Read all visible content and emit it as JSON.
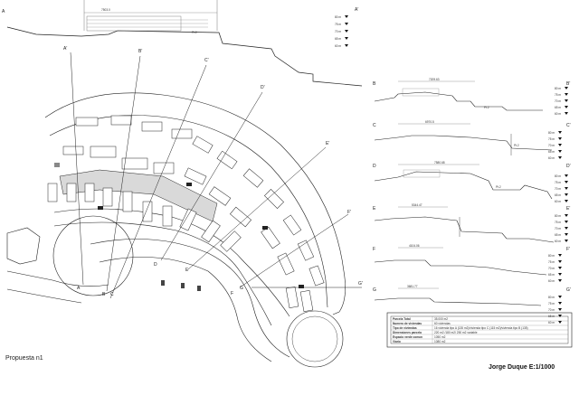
{
  "sheet": {
    "title": "Propuesta n1",
    "author_scale": "Jorge Duque E:1/1000"
  },
  "sections": {
    "A": {
      "label": "A",
      "label_end": "A'",
      "dim": "7503.0"
    },
    "B": {
      "label": "B",
      "label_end": "B'",
      "dim": "7209.63"
    },
    "C": {
      "label": "C",
      "label_end": "C'",
      "dim": "6970.5"
    },
    "D": {
      "label": "D",
      "label_end": "D'",
      "dim": "7580.68"
    },
    "E": {
      "label": "E",
      "label_end": "E'",
      "dim": "5344.47"
    },
    "F": {
      "label": "F",
      "label_end": "F'",
      "dim": "4104.06"
    },
    "G": {
      "label": "G",
      "label_end": "G'",
      "dim": "3681.77"
    }
  },
  "level_marks": [
    "80 m",
    "75 m",
    "70 m",
    "65 m",
    "60 m"
  ],
  "summary_table": {
    "rows": [
      {
        "key": "Parcela Total",
        "value": "35.000 m2"
      },
      {
        "key": "Numero de viviendas",
        "value": "60 viviendas"
      },
      {
        "key": "Tipo de viviendas",
        "value": "16 vivienda tipo A (135 m2)/vivienda tipo C (115 m2)/vivienda tipo B (135)"
      },
      {
        "key": "Dimensiones parcela",
        "value": "220 m2 /180 m2/ 250 m2 variable"
      },
      {
        "key": "Espacio verde comun",
        "value": "1050 m2"
      },
      {
        "key": "Viario",
        "value": "1080 m2"
      }
    ]
  },
  "colors": {
    "line": "#222222",
    "fill_grey": "#d9d9d9",
    "light_grey": "#eeeeee"
  }
}
